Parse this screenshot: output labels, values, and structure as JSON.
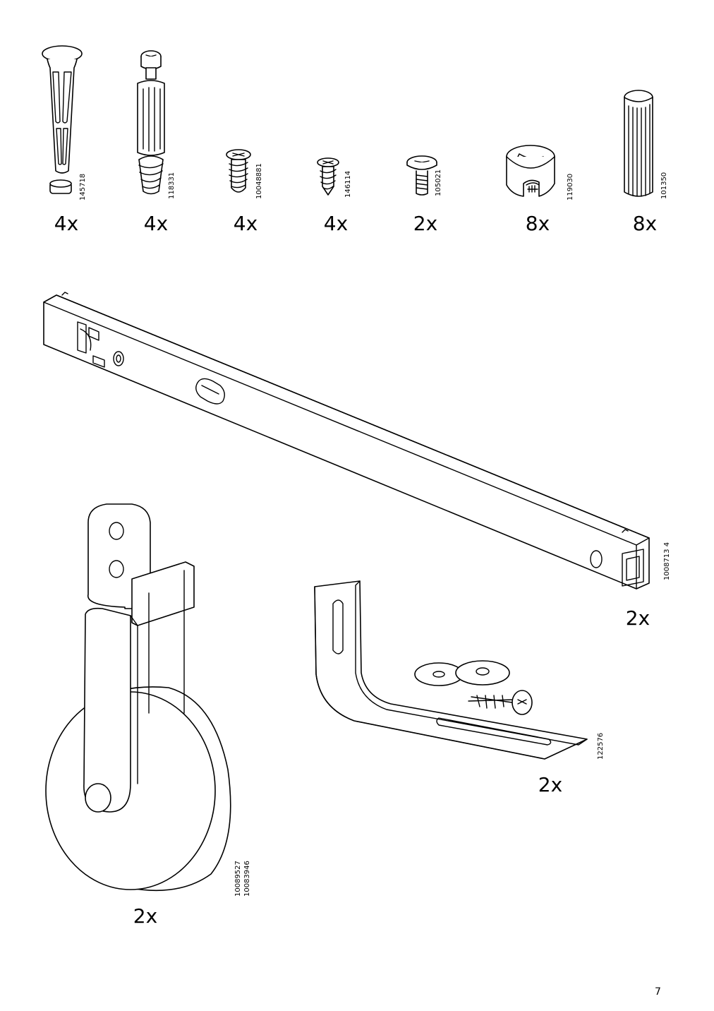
{
  "parts": [
    {
      "id": "p1",
      "code": "145718",
      "qty": "4x",
      "icon": "plastic-plug-icon"
    },
    {
      "id": "p2",
      "code": "118331",
      "qty": "4x",
      "icon": "cam-bolt-icon"
    },
    {
      "id": "p3",
      "code": "10048881",
      "qty": "4x",
      "icon": "screw-icon"
    },
    {
      "id": "p4",
      "code": "146114",
      "qty": "4x",
      "icon": "short-screw-icon"
    },
    {
      "id": "p5",
      "code": "105021",
      "qty": "2x",
      "icon": "machine-screw-icon"
    },
    {
      "id": "p6",
      "code": "119030",
      "qty": "8x",
      "icon": "cam-lock-icon"
    },
    {
      "id": "p7",
      "code": "101350",
      "qty": "8x",
      "icon": "wooden-dowel-icon"
    },
    {
      "id": "p8",
      "code": "1008713 4",
      "qty": "2x",
      "icon": "rail-icon"
    },
    {
      "id": "p9",
      "code": "122576",
      "qty": "2x",
      "icon": "angle-bracket-icon"
    },
    {
      "id": "p10",
      "code": "10089527",
      "code2": "10083946",
      "qty": "2x",
      "icon": "wheel-icon"
    }
  ],
  "page_number": "7"
}
